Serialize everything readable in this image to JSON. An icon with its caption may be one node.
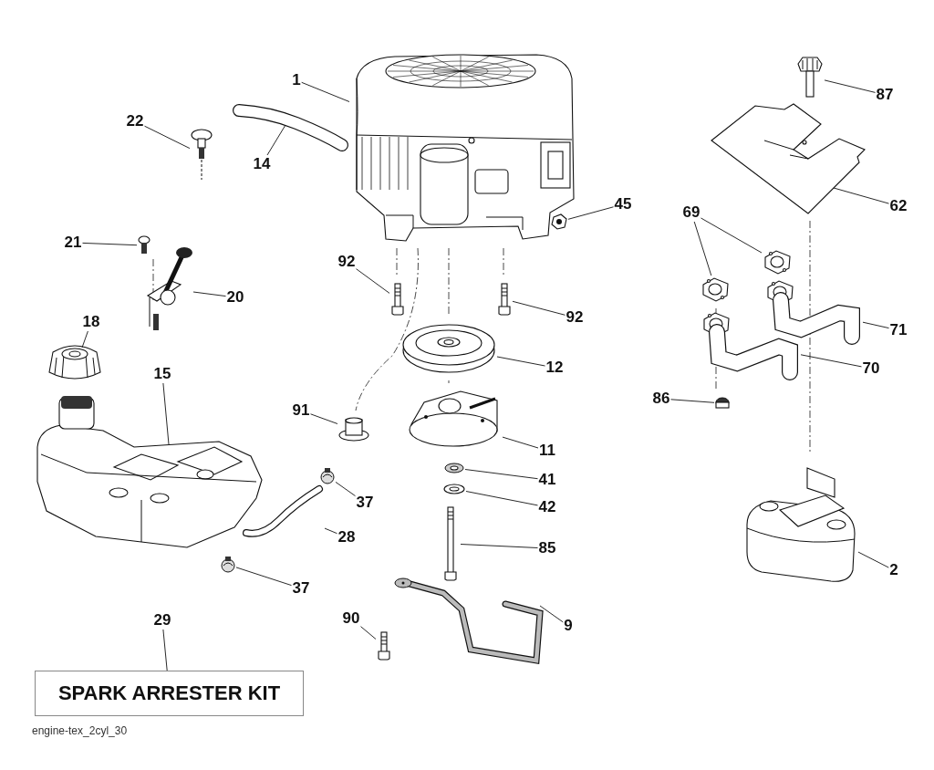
{
  "diagram": {
    "nodes": [
      {
        "text": [
          "1"
        ]
      },
      {
        "text": [],
        "shape": "picture"
      },
      {
        "text": [
          "14"
        ]
      },
      {
        "text": [],
        "shape": "picture"
      },
      {
        "text": [
          "22"
        ]
      },
      {
        "text": [],
        "shape": "picture"
      },
      {
        "text": [
          "45"
        ]
      },
      {
        "text": [],
        "shape": "picture"
      },
      {
        "text": [
          "21"
        ]
      },
      {
        "text": [],
        "shape": "picture"
      },
      {
        "text": [
          "20"
        ]
      },
      {
        "text": [],
        "shape": "picture"
      },
      {
        "text": [
          "18"
        ]
      },
      {
        "text": [],
        "shape": "picture"
      },
      {
        "text": [
          "92"
        ]
      },
      {
        "text": [],
        "shape": "picture"
      },
      {
        "text": [
          "92"
        ]
      },
      {
        "text": [],
        "shape": "picture"
      },
      {
        "text": [
          "12"
        ]
      },
      {
        "text": [],
        "shape": "picture"
      },
      {
        "text": [
          "91"
        ]
      },
      {
        "text": [],
        "shape": "picture"
      },
      {
        "text": [
          "15"
        ]
      },
      {
        "text": [],
        "shape": "picture"
      },
      {
        "text": [
          "11"
        ]
      },
      {
        "text": [],
        "shape": "picture"
      },
      {
        "text": [
          "41"
        ]
      },
      {
        "text": [],
        "shape": "picture"
      },
      {
        "text": [
          "42"
        ]
      },
      {
        "text": [],
        "shape": "picture"
      },
      {
        "text": [
          "37"
        ]
      },
      {
        "text": [],
        "shape": "picture"
      },
      {
        "text": [
          "28"
        ]
      },
      {
        "text": [],
        "shape": "picture"
      },
      {
        "text": [
          "85"
        ]
      },
      {
        "text": [],
        "shape": "picture"
      },
      {
        "text": [
          "37"
        ]
      },
      {
        "text": [],
        "shape": "picture"
      },
      {
        "text": [
          "90"
        ]
      },
      {
        "text": [],
        "shape": "picture"
      },
      {
        "text": [
          "9"
        ]
      },
      {
        "text": [],
        "shape": "picture"
      },
      {
        "text": [
          "29"
        ]
      },
      {
        "text": [
          "SPARK ARRESTER KIT"
        ]
      },
      {
        "text": [
          "87"
        ]
      },
      {
        "text": [],
        "shape": "picture"
      },
      {
        "text": [
          "62"
        ]
      },
      {
        "text": [],
        "shape": "picture"
      },
      {
        "text": [
          "69"
        ]
      },
      {
        "text": [],
        "shape": "picture"
      },
      {
        "text": [],
        "shape": "picture"
      },
      {
        "text": [
          "71"
        ]
      },
      {
        "text": [],
        "shape": "picture"
      },
      {
        "text": [
          "70"
        ]
      },
      {
        "text": [],
        "shape": "picture"
      },
      {
        "text": [
          "86"
        ]
      },
      {
        "text": [],
        "shape": "picture"
      },
      {
        "text": [
          "2"
        ]
      },
      {
        "text": [],
        "shape": "picture"
      }
    ],
    "edges": [
      {
        "from": 0,
        "to": 1,
        "arrow": "none"
      },
      {
        "from": 2,
        "to": 3,
        "arrow": "none"
      },
      {
        "from": 4,
        "to": 5,
        "arrow": "none"
      },
      {
        "from": 6,
        "to": 7,
        "arrow": "none"
      },
      {
        "from": 8,
        "to": 9,
        "arrow": "none"
      },
      {
        "from": 10,
        "to": 11,
        "arrow": "none"
      },
      {
        "from": 12,
        "to": 13,
        "arrow": "none"
      },
      {
        "from": 14,
        "to": 15,
        "arrow": "none"
      },
      {
        "from": 16,
        "to": 17,
        "arrow": "none"
      },
      {
        "from": 18,
        "to": 19,
        "arrow": "none"
      },
      {
        "from": 20,
        "to": 21,
        "arrow": "none"
      },
      {
        "from": 22,
        "to": 23,
        "arrow": "none"
      },
      {
        "from": 24,
        "to": 25,
        "arrow": "none"
      },
      {
        "from": 26,
        "to": 27,
        "arrow": "none"
      },
      {
        "from": 28,
        "to": 29,
        "arrow": "none"
      },
      {
        "from": 30,
        "to": 31,
        "arrow": "none"
      },
      {
        "from": 32,
        "to": 33,
        "arrow": "none"
      },
      {
        "from": 34,
        "to": 35,
        "arrow": "none"
      },
      {
        "from": 36,
        "to": 37,
        "arrow": "none"
      },
      {
        "from": 38,
        "to": 39,
        "arrow": "none"
      },
      {
        "from": 40,
        "to": 41,
        "arrow": "none"
      },
      {
        "from": 42,
        "to": 43,
        "arrow": "none"
      },
      {
        "from": 44,
        "to": 45,
        "arrow": "none"
      },
      {
        "from": 46,
        "to": 47,
        "arrow": "none"
      },
      {
        "from": 48,
        "to": 49,
        "arrow": "none"
      },
      {
        "from": 48,
        "to": 50,
        "arrow": "none"
      },
      {
        "from": 51,
        "to": 52,
        "arrow": "none"
      },
      {
        "from": 53,
        "to": 54,
        "arrow": "none"
      },
      {
        "from": 55,
        "to": 56,
        "arrow": "none"
      },
      {
        "from": 57,
        "to": 58,
        "arrow": "none"
      }
    ],
    "labels": [
      "engine-tex_2cyl_30"
    ]
  }
}
